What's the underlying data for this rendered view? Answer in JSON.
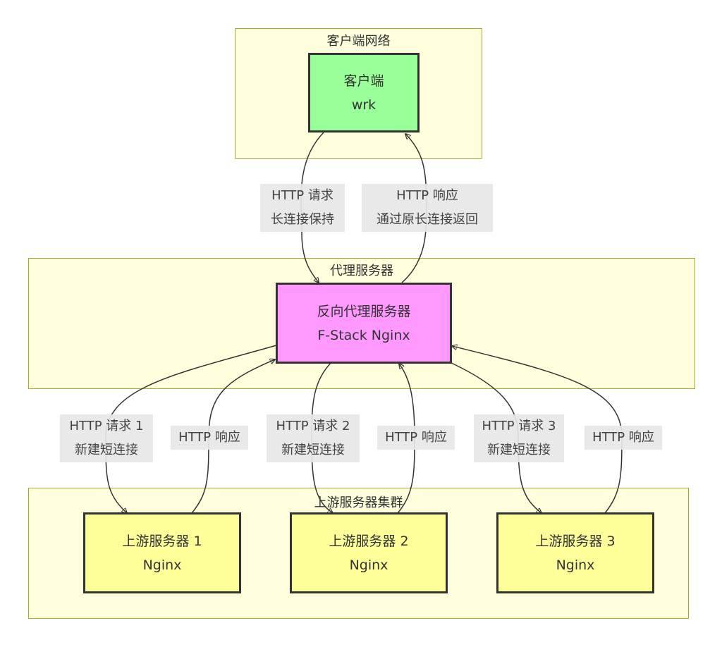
{
  "colors": {
    "cluster_fill": "#ffffde",
    "cluster_border": "#aaaa33",
    "client_fill": "#99ff99",
    "proxy_fill": "#ff99ff",
    "upstream_fill": "#ffff99",
    "edge_label_bg": "#e8e8e8",
    "stroke": "#333333"
  },
  "clusters": {
    "client_network": {
      "title": "客户端网络"
    },
    "proxy": {
      "title": "代理服务器"
    },
    "upstream": {
      "title": "上游服务器集群"
    }
  },
  "nodes": {
    "client": {
      "line1": "客户端",
      "line2": "wrk"
    },
    "proxy": {
      "line1": "反向代理服务器",
      "line2": "F-Stack Nginx"
    },
    "upstream1": {
      "line1": "上游服务器 1",
      "line2": "Nginx"
    },
    "upstream2": {
      "line1": "上游服务器 2",
      "line2": "Nginx"
    },
    "upstream3": {
      "line1": "上游服务器 3",
      "line2": "Nginx"
    }
  },
  "edges": {
    "client_request": {
      "line1": "HTTP 请求",
      "line2": "长连接保持"
    },
    "client_response": {
      "line1": "HTTP 响应",
      "line2": "通过原长连接返回"
    },
    "request1": {
      "line1": "HTTP 请求 1",
      "line2": "新建短连接"
    },
    "response1": {
      "line1": "HTTP 响应"
    },
    "request2": {
      "line1": "HTTP 请求 2",
      "line2": "新建短连接"
    },
    "response2": {
      "line1": "HTTP 响应"
    },
    "request3": {
      "line1": "HTTP 请求 3",
      "line2": "新建短连接"
    },
    "response3": {
      "line1": "HTTP 响应"
    }
  }
}
